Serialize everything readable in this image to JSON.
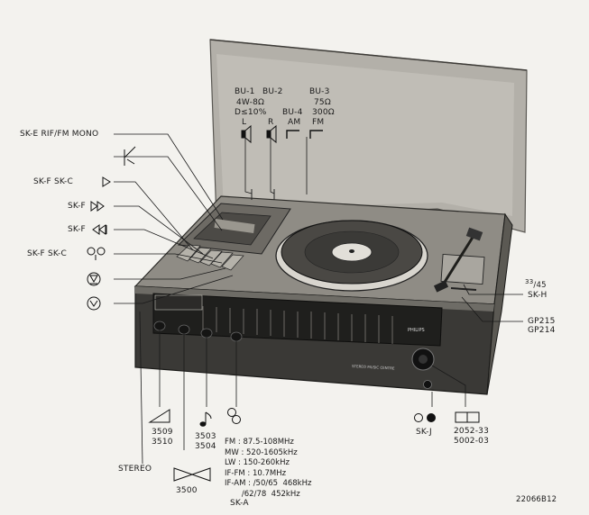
{
  "labels": {
    "bu1": "BU-1",
    "bu2": "BU-2",
    "bu3": "BU-3",
    "bu1_spec": "4W-8Ω",
    "bu1_distortion": "D≤10%",
    "bu3_spec": "75Ω",
    "bu4": "BU-4",
    "bu4_spec": "300Ω",
    "left": "L",
    "right": "R",
    "am": "AM",
    "fm": "FM",
    "sk_e": "SK-E RIF/FM MONO",
    "sk_f_sk_c_play": "SK-F  SK-C",
    "sk_f_ff": "SK-F",
    "sk_f_rew": "SK-F",
    "sk_f_sk_c_rec": "SK-F  SK-C",
    "speed": "33/45",
    "speed_num": "33",
    "speed_den": "45",
    "sk_h": "SK-H",
    "gp215": "GP215",
    "gp214": "GP214",
    "sk_j": "SK-J",
    "code1": "2052-33",
    "code2": "5002-03",
    "pot_3509": "3509",
    "pot_3510": "3510",
    "pot_3503": "3503",
    "pot_3504": "3504",
    "pot_3500": "3500",
    "stereo": "STEREO",
    "sk_a": "SK-A",
    "figure_number": "22066B12"
  },
  "frequencies": [
    "FM : 87.5-108MHz",
    "MW : 520-1605kHz",
    "LW : 150-260kHz",
    "IF-FM : 10.7MHz",
    "IF-AM : /50/65  468kHz",
    "       /62/78  452kHz"
  ],
  "device": {
    "brand": "PHILIPS",
    "model": "STEREO MUSIC CENTRE"
  }
}
